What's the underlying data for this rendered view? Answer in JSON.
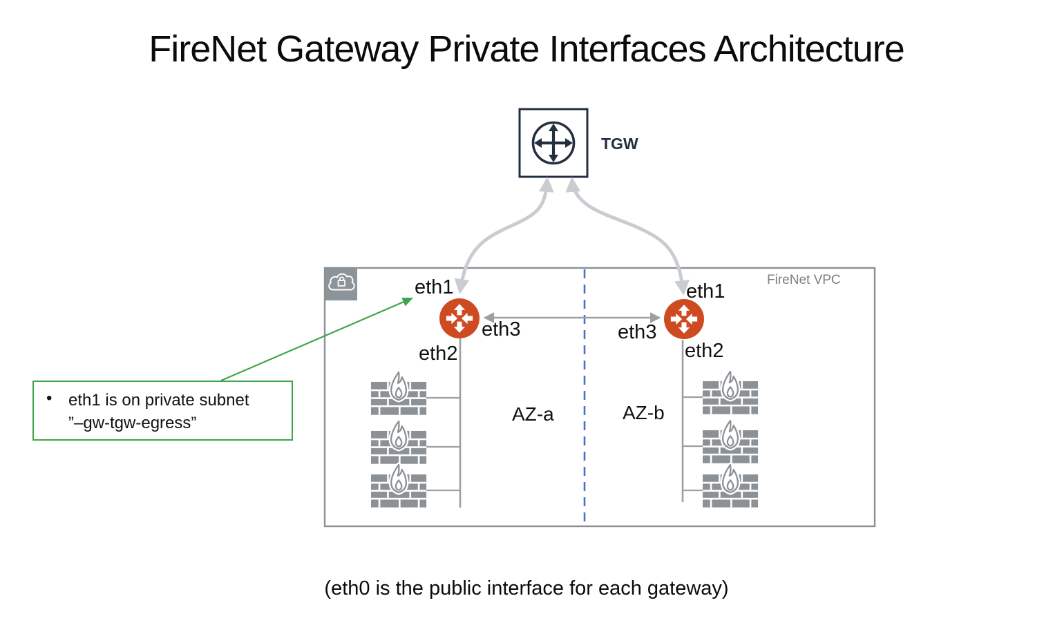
{
  "title": "FireNet Gateway Private Interfaces Architecture",
  "tgw": {
    "label": "TGW"
  },
  "vpc": {
    "label": "FireNet VPC"
  },
  "zones": {
    "az_a": "AZ-a",
    "az_b": "AZ-b"
  },
  "gateways": {
    "left": {
      "eth1": "eth1",
      "eth2": "eth2",
      "eth3": "eth3"
    },
    "right": {
      "eth1": "eth1",
      "eth2": "eth2",
      "eth3": "eth3"
    }
  },
  "annotation": {
    "bullet": "•",
    "line1": "eth1 is on private subnet",
    "line2": "”–gw-tgw-egress”"
  },
  "caption": "(eth0 is the public interface for each gateway)",
  "icons": {
    "tgw": "transit-gateway-icon",
    "gateway": "gateway-icon",
    "firewall": "firewall-icon",
    "vpc_corner": "vpc-cloud-lock-icon"
  },
  "colors": {
    "tgw_navy": "#232F3E",
    "gateway_orange": "#CE4B22",
    "line_gray": "#9AA0A4",
    "curve_gray": "#C9CDD1",
    "vpc_border": "#8A9094",
    "firewall_gray": "#8C9196",
    "divider_blue": "#4472C4",
    "annotation_green": "#3EA54B",
    "vpc_label_gray": "#7F7F7F"
  }
}
